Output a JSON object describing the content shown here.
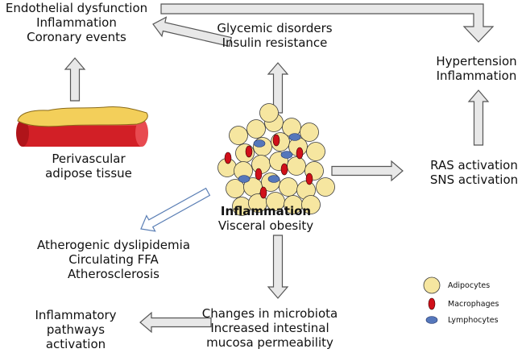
{
  "colors": {
    "arrow_fill": "#e8e8e8",
    "arrow_stroke": "#555555",
    "blue_arrow_stroke": "#5b7fb5",
    "adipocyte": "#f6e6a0",
    "macrophage": "#d0101a",
    "lymphocyte": "#5577bb",
    "vessel": "#d21f26",
    "fat": "#f3cf5a"
  },
  "nodes": {
    "endothelial": [
      "Endothelial dysfunction",
      "Inflammation",
      "Coronary events"
    ],
    "glycemic": [
      "Glycemic disorders",
      "Insulin resistance"
    ],
    "hypertension": [
      "Hypertension",
      "Inflammation"
    ],
    "perivascular": [
      "Perivascular",
      "adipose tissue"
    ],
    "ras": [
      "RAS activation",
      "SNS activation"
    ],
    "center_title": "Inflammation",
    "center_subtitle": "Visceral obesity",
    "atherogenic": [
      "Atherogenic dyslipidemia",
      "Circulating FFA",
      "Atherosclerosis"
    ],
    "inflammatory": [
      "Inflammatory",
      "pathways",
      "activation"
    ],
    "microbiota": [
      "Changes in microbiota",
      "Increased intestinal",
      "mucosa permeability"
    ]
  },
  "legend": [
    {
      "label": "Adipocytes",
      "icon": "adipocyte-icon"
    },
    {
      "label": "Macrophages",
      "icon": "macrophage-icon"
    },
    {
      "label": "Lymphocytes",
      "icon": "lymphocyte-icon"
    }
  ]
}
